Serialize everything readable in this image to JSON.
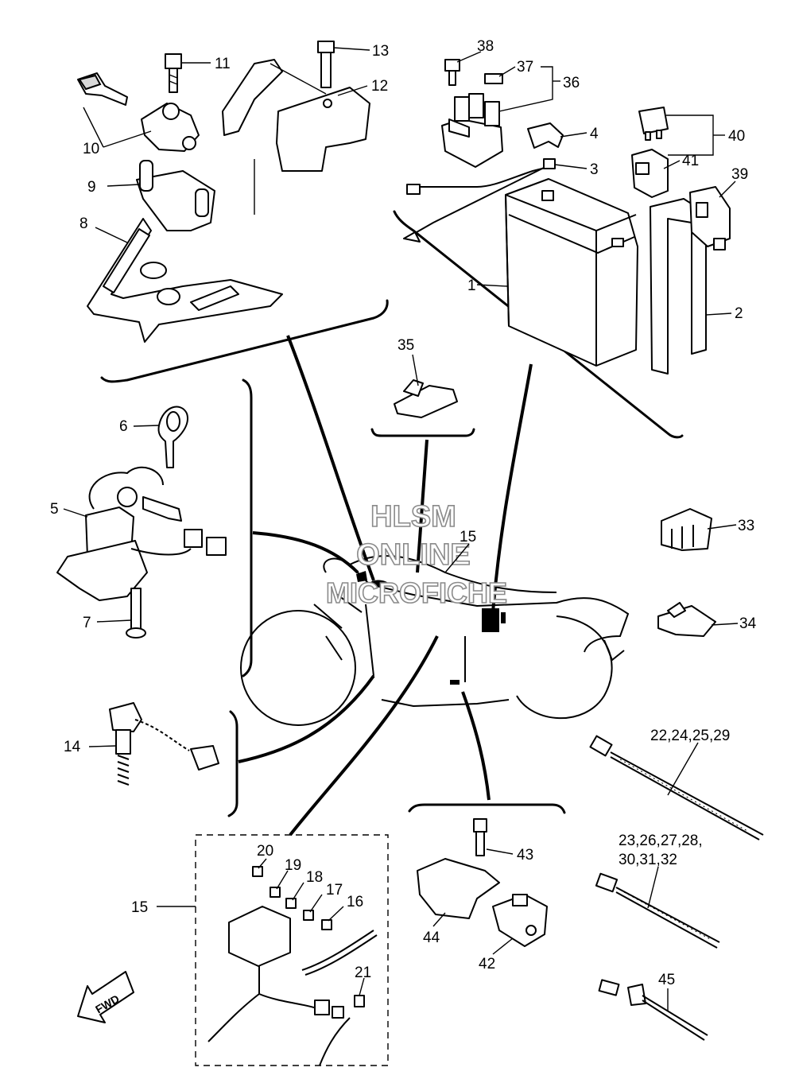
{
  "watermark": {
    "line1": "HLSM",
    "line2": "ONLINE",
    "line3": "MICROFICHE"
  },
  "fwd_label": "FWD",
  "labels": {
    "p1": "1",
    "p2": "2",
    "p3": "3",
    "p4": "4",
    "p5": "5",
    "p6": "6",
    "p7": "7",
    "p8": "8",
    "p9": "9",
    "p10": "10",
    "p11": "11",
    "p12": "12",
    "p13": "13",
    "p14": "14",
    "p15_bike": "15",
    "p15_box": "15",
    "p16": "16",
    "p17": "17",
    "p18": "18",
    "p19": "19",
    "p20": "20",
    "p21": "21",
    "p22_group": "22,24,25,29",
    "p23_group_line1": "23,26,27,28,",
    "p23_group_line2": "30,31,32",
    "p33": "33",
    "p34": "34",
    "p35": "35",
    "p36": "36",
    "p37": "37",
    "p38": "38",
    "p39": "39",
    "p40": "40",
    "p41": "41",
    "p42": "42",
    "p43": "43",
    "p44": "44",
    "p45": "45"
  }
}
